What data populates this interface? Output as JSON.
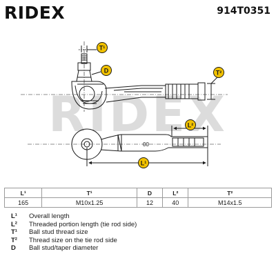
{
  "header": {
    "brand": "RIDEX",
    "part_number": "914T0351"
  },
  "watermark": "RIDEX",
  "diagram": {
    "callouts": {
      "t1": "T¹",
      "d": "D",
      "t2": "T²",
      "l2": "L²",
      "l1": "L¹"
    },
    "body_marking": "00"
  },
  "spec_table": {
    "headers": [
      "L¹",
      "T¹",
      "D",
      "L²",
      "T²"
    ],
    "values": [
      "165",
      "M10x1.25",
      "12",
      "40",
      "M14x1.5"
    ]
  },
  "legend": [
    {
      "symbol": "L¹",
      "text": "Overall length"
    },
    {
      "symbol": "L²",
      "text": "Threaded portion length (tie rod side)"
    },
    {
      "symbol": "T¹",
      "text": "Ball stud thread size"
    },
    {
      "symbol": "T²",
      "text": "Thread size on the tie rod side"
    },
    {
      "symbol": "D",
      "text": "Ball stud/taper diameter"
    }
  ],
  "colors": {
    "line": "#1a1a1a",
    "badge": "#f2c200",
    "watermark": "#dcdcdc"
  }
}
